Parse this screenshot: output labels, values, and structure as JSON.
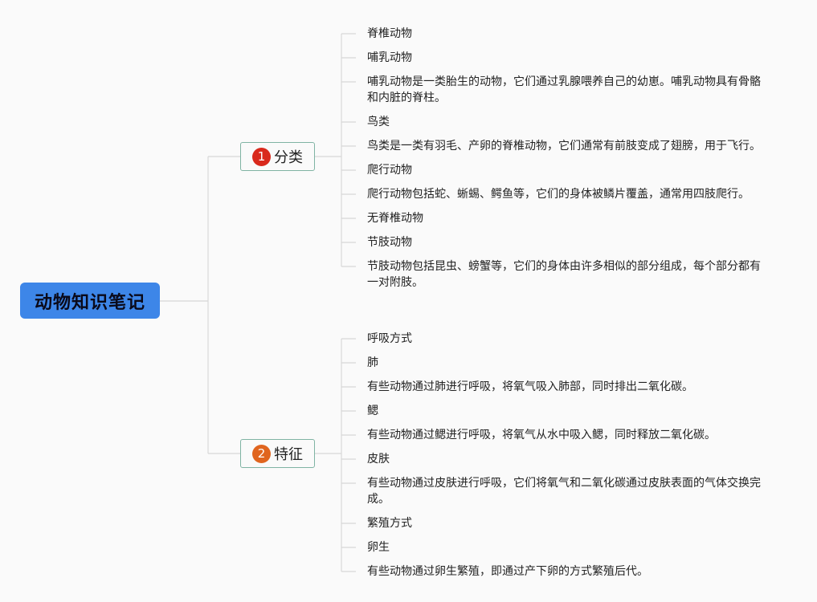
{
  "root": {
    "label": "动物知识笔记"
  },
  "colors": {
    "root_bg": "#3d86e8",
    "badge1": "#d9291c",
    "badge2": "#e0651f",
    "branch_border": "#7fb3a3",
    "connector": "#d8d8d8"
  },
  "branches": [
    {
      "badge": "1",
      "label": "分类",
      "items": [
        [
          "脊椎动物"
        ],
        [
          "哺乳动物"
        ],
        [
          "哺乳动物是一类胎生的动物，它们通过乳腺喂养自己的幼崽。哺乳动物具有骨骼",
          "和内脏的脊柱。"
        ],
        [
          "鸟类"
        ],
        [
          "鸟类是一类有羽毛、产卵的脊椎动物，它们通常有前肢变成了翅膀，用于飞行。"
        ],
        [
          "爬行动物"
        ],
        [
          "爬行动物包括蛇、蜥蜴、鳄鱼等，它们的身体被鳞片覆盖，通常用四肢爬行。"
        ],
        [
          "无脊椎动物"
        ],
        [
          "节肢动物"
        ],
        [
          "节肢动物包括昆虫、螃蟹等，它们的身体由许多相似的部分组成，每个部分都有",
          "一对附肢。"
        ]
      ]
    },
    {
      "badge": "2",
      "label": "特征",
      "items": [
        [
          "呼吸方式"
        ],
        [
          "肺"
        ],
        [
          "有些动物通过肺进行呼吸，将氧气吸入肺部，同时排出二氧化碳。"
        ],
        [
          "鳃"
        ],
        [
          "有些动物通过鳃进行呼吸，将氧气从水中吸入鳃，同时释放二氧化碳。"
        ],
        [
          "皮肤"
        ],
        [
          "有些动物通过皮肤进行呼吸，它们将氧气和二氧化碳通过皮肤表面的气体交换完",
          "成。"
        ],
        [
          "繁殖方式"
        ],
        [
          "卵生"
        ],
        [
          "有些动物通过卵生繁殖，即通过产下卵的方式繁殖后代。"
        ]
      ]
    }
  ]
}
